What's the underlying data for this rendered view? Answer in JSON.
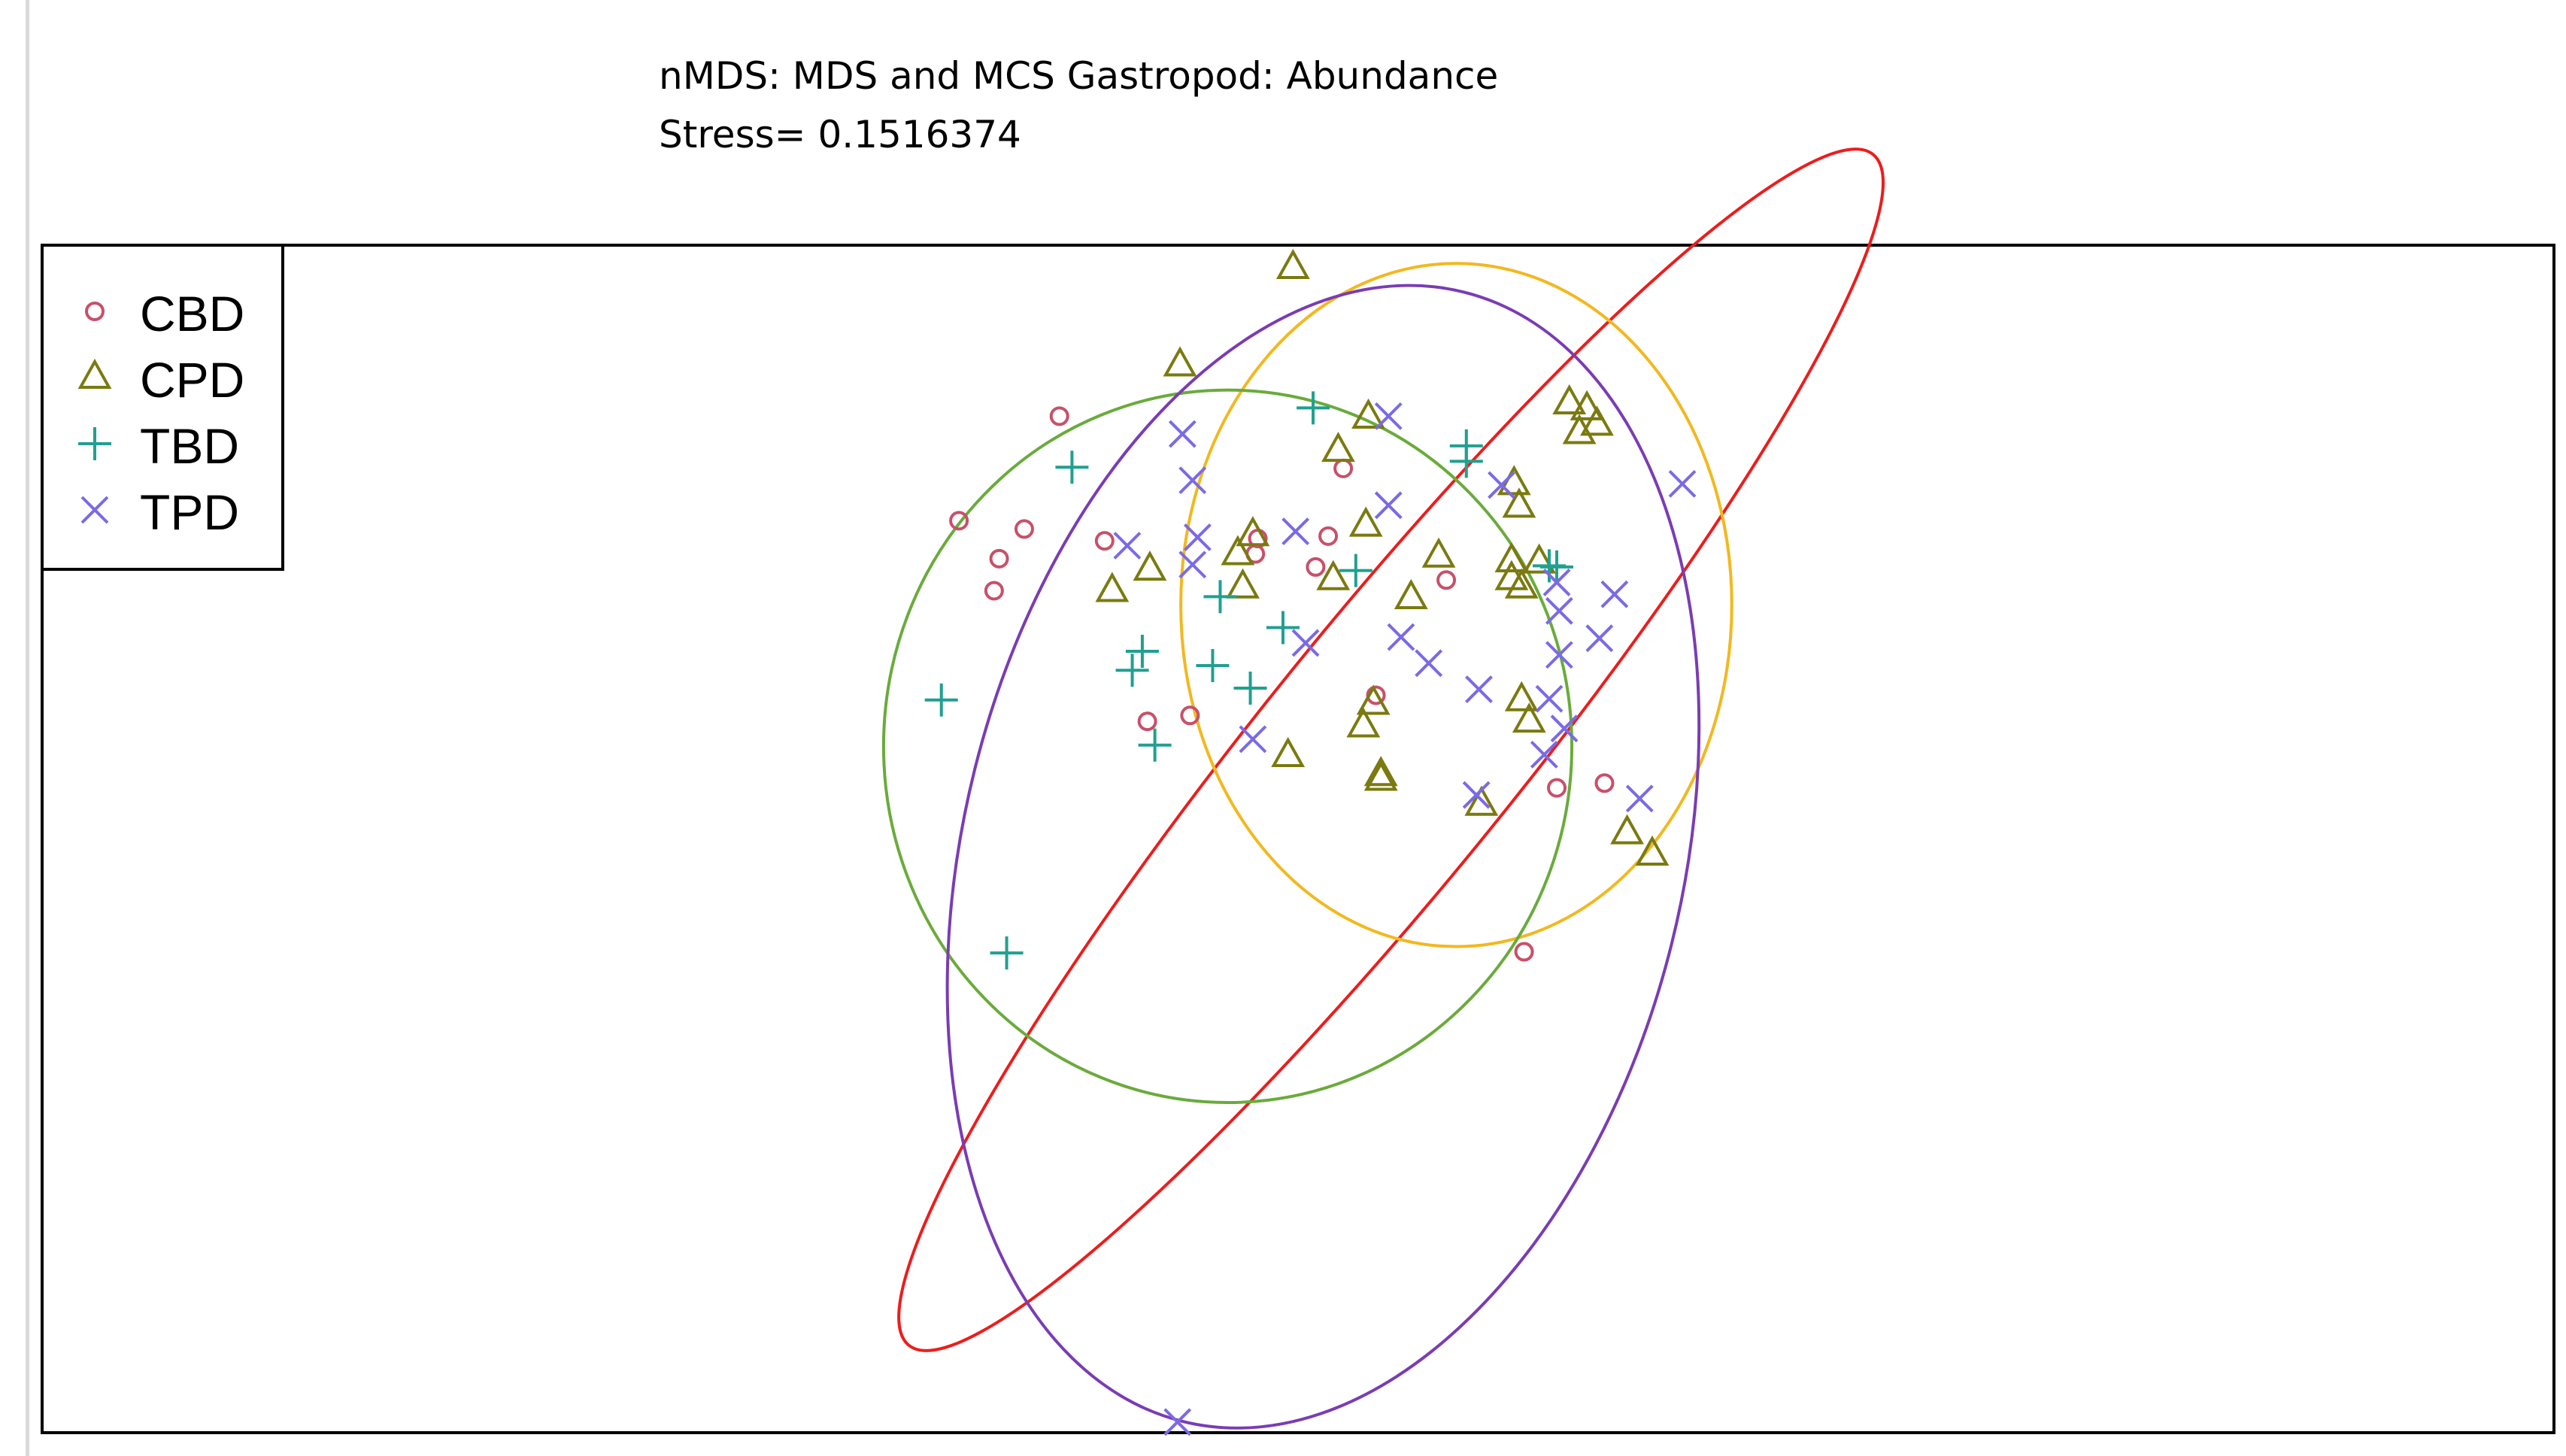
{
  "chart_data": {
    "type": "scatter",
    "title": "nMDS: MDS and MCS Gastropod: Abundance",
    "subtitle": "Stress= 0.1516374",
    "xlabel": "",
    "ylabel": "",
    "xlim": [
      0,
      100
    ],
    "ylim": [
      0,
      100
    ],
    "grid": false,
    "axes_visible": false,
    "legend": {
      "placement": "top-left",
      "entries": [
        {
          "label": "CBD",
          "marker": "circle",
          "color": "#c8506a"
        },
        {
          "label": "CPD",
          "marker": "triangle",
          "color": "#7a7a10"
        },
        {
          "label": "TBD",
          "marker": "plus",
          "color": "#20a090"
        },
        {
          "label": "TPD",
          "marker": "x",
          "color": "#7a6ae6"
        }
      ]
    },
    "series": [
      {
        "name": "CBD",
        "marker": "circle",
        "color": "#c8506a",
        "points": [
          [
            40.5,
            85.6
          ],
          [
            37.9,
            70.9
          ],
          [
            38.1,
            73.6
          ],
          [
            36.5,
            76.8
          ],
          [
            42.3,
            75.1
          ],
          [
            39.1,
            76.1
          ],
          [
            48.4,
            75.3
          ],
          [
            48.3,
            74.0
          ],
          [
            50.7,
            72.9
          ],
          [
            51.8,
            81.2
          ],
          [
            51.2,
            75.5
          ],
          [
            55.9,
            71.8
          ],
          [
            53.1,
            62.1
          ],
          [
            44.0,
            59.9
          ],
          [
            45.7,
            60.4
          ],
          [
            59.0,
            40.5
          ],
          [
            60.3,
            54.3
          ],
          [
            62.2,
            54.7
          ]
        ]
      },
      {
        "name": "CPD",
        "marker": "triangle",
        "color": "#7a7a10",
        "points": [
          [
            49.8,
            98.1
          ],
          [
            45.3,
            89.9
          ],
          [
            52.8,
            85.5
          ],
          [
            51.6,
            82.7
          ],
          [
            48.2,
            75.6
          ],
          [
            47.6,
            74.0
          ],
          [
            47.8,
            71.2
          ],
          [
            44.1,
            72.7
          ],
          [
            42.6,
            70.9
          ],
          [
            51.4,
            71.9
          ],
          [
            52.7,
            76.4
          ],
          [
            55.6,
            73.8
          ],
          [
            54.5,
            70.3
          ],
          [
            53.0,
            61.4
          ],
          [
            52.6,
            59.5
          ],
          [
            49.6,
            57.0
          ],
          [
            53.3,
            55.4
          ],
          [
            53.3,
            55.0
          ],
          [
            58.6,
            79.9
          ],
          [
            58.8,
            78.0
          ],
          [
            58.5,
            73.4
          ],
          [
            59.6,
            73.3
          ],
          [
            58.5,
            71.9
          ],
          [
            58.9,
            71.2
          ],
          [
            58.9,
            61.7
          ],
          [
            59.2,
            59.9
          ],
          [
            60.8,
            86.7
          ],
          [
            61.5,
            86.2
          ],
          [
            61.2,
            84.2
          ],
          [
            61.9,
            84.9
          ],
          [
            57.3,
            52.9
          ],
          [
            63.1,
            50.5
          ],
          [
            64.1,
            48.7
          ]
        ]
      },
      {
        "name": "TBD",
        "marker": "plus",
        "color": "#20a090",
        "points": [
          [
            41.0,
            81.3
          ],
          [
            50.6,
            86.3
          ],
          [
            56.7,
            83.1
          ],
          [
            56.7,
            81.8
          ],
          [
            35.8,
            61.7
          ],
          [
            43.8,
            65.8
          ],
          [
            43.4,
            64.2
          ],
          [
            46.6,
            64.6
          ],
          [
            46.9,
            70.4
          ],
          [
            48.1,
            62.7
          ],
          [
            49.4,
            67.8
          ],
          [
            52.3,
            72.6
          ],
          [
            44.3,
            57.9
          ],
          [
            60.3,
            72.9
          ],
          [
            38.4,
            40.4
          ],
          [
            60.0,
            73.0
          ]
        ]
      },
      {
        "name": "TPD",
        "marker": "x",
        "color": "#7a6ae6",
        "points": [
          [
            53.6,
            85.6
          ],
          [
            45.4,
            84.1
          ],
          [
            45.8,
            80.2
          ],
          [
            46.0,
            75.4
          ],
          [
            49.9,
            75.9
          ],
          [
            53.6,
            78.1
          ],
          [
            43.2,
            74.7
          ],
          [
            45.8,
            73.1
          ],
          [
            58.1,
            79.8
          ],
          [
            62.6,
            70.6
          ],
          [
            60.3,
            71.6
          ],
          [
            60.4,
            69.2
          ],
          [
            62.0,
            66.9
          ],
          [
            54.1,
            67.0
          ],
          [
            50.3,
            66.5
          ],
          [
            60.4,
            65.5
          ],
          [
            55.2,
            64.8
          ],
          [
            57.2,
            62.6
          ],
          [
            60.0,
            61.8
          ],
          [
            48.2,
            58.4
          ],
          [
            57.1,
            53.7
          ],
          [
            65.3,
            79.9
          ],
          [
            60.6,
            59.3
          ],
          [
            63.6,
            53.4
          ],
          [
            45.2,
            0.9
          ],
          [
            59.8,
            57.1
          ]
        ]
      }
    ],
    "ellipses": [
      {
        "group": "CBD",
        "color": "#ee1c1c",
        "cx": 53.7,
        "cy": 57.5,
        "rx": 30.5,
        "ry": 10.7,
        "angle_deg": -51
      },
      {
        "group": "CPD",
        "color": "#f2b81f",
        "cx": 56.3,
        "cy": 69.7,
        "rx": 13.6,
        "ry": 23.2,
        "angle_deg": 90
      },
      {
        "group": "TBD",
        "color": "#6aab3c",
        "cx": 47.2,
        "cy": 57.8,
        "rx": 13.7,
        "ry": 30.0,
        "angle_deg": 0
      },
      {
        "group": "TPD",
        "color": "#7a3cb4",
        "cx": 51.0,
        "cy": 48.5,
        "rx": 14.3,
        "ry": 49.0,
        "angle_deg": 14
      }
    ]
  }
}
